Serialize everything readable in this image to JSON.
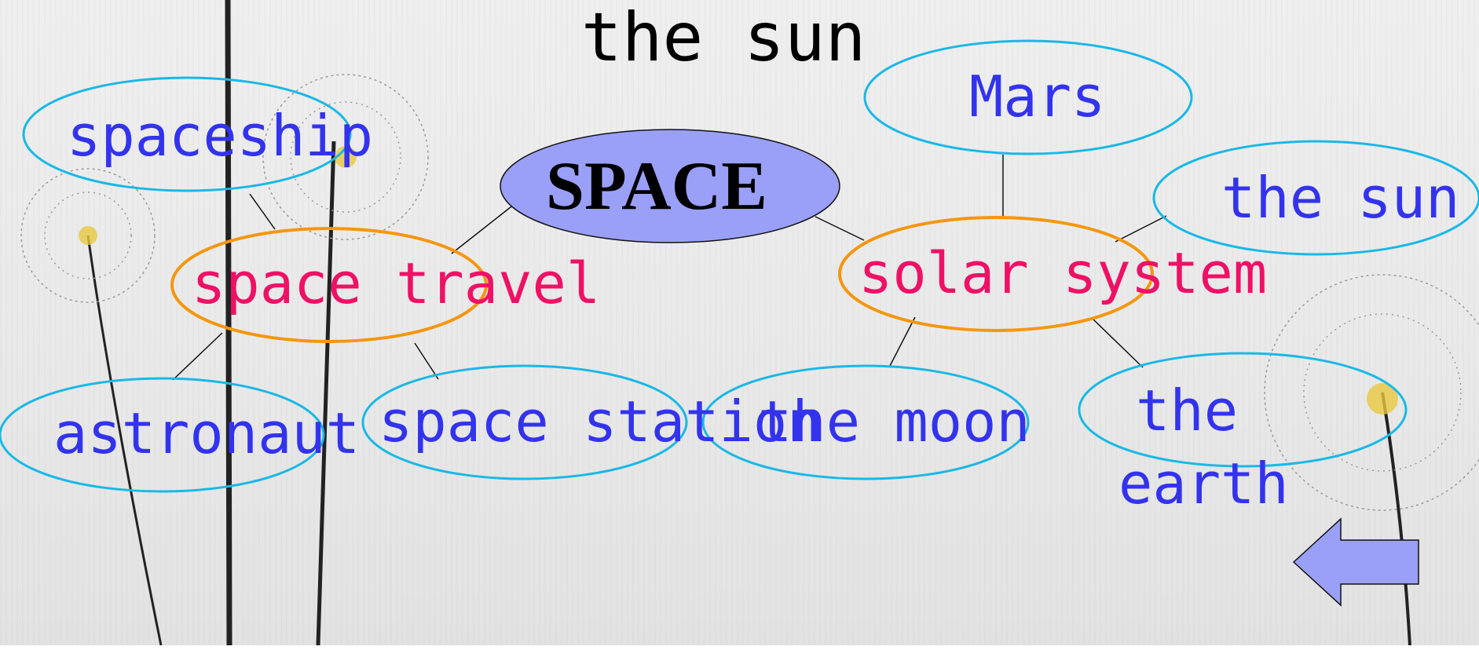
{
  "page_title": "the sun",
  "center": {
    "label": "SPACE"
  },
  "branches": [
    {
      "label": "space travel",
      "children": [
        "spaceship",
        "astronaut",
        "space station"
      ]
    },
    {
      "label": "solar system",
      "children": [
        "Mars",
        "the sun",
        "the moon"
      ]
    }
  ],
  "earth": {
    "line1": "the",
    "line2": "earth"
  },
  "colors": {
    "center_fill": "#9aa0f8",
    "branch_outline": "#f5960f",
    "leaf_outline": "#18b8e6",
    "leaf_text": "#3333ee",
    "branch_text": "#ee1166",
    "back_arrow_fill": "#9aa0f8"
  },
  "icons": {
    "back_arrow": "left-arrow-icon"
  }
}
